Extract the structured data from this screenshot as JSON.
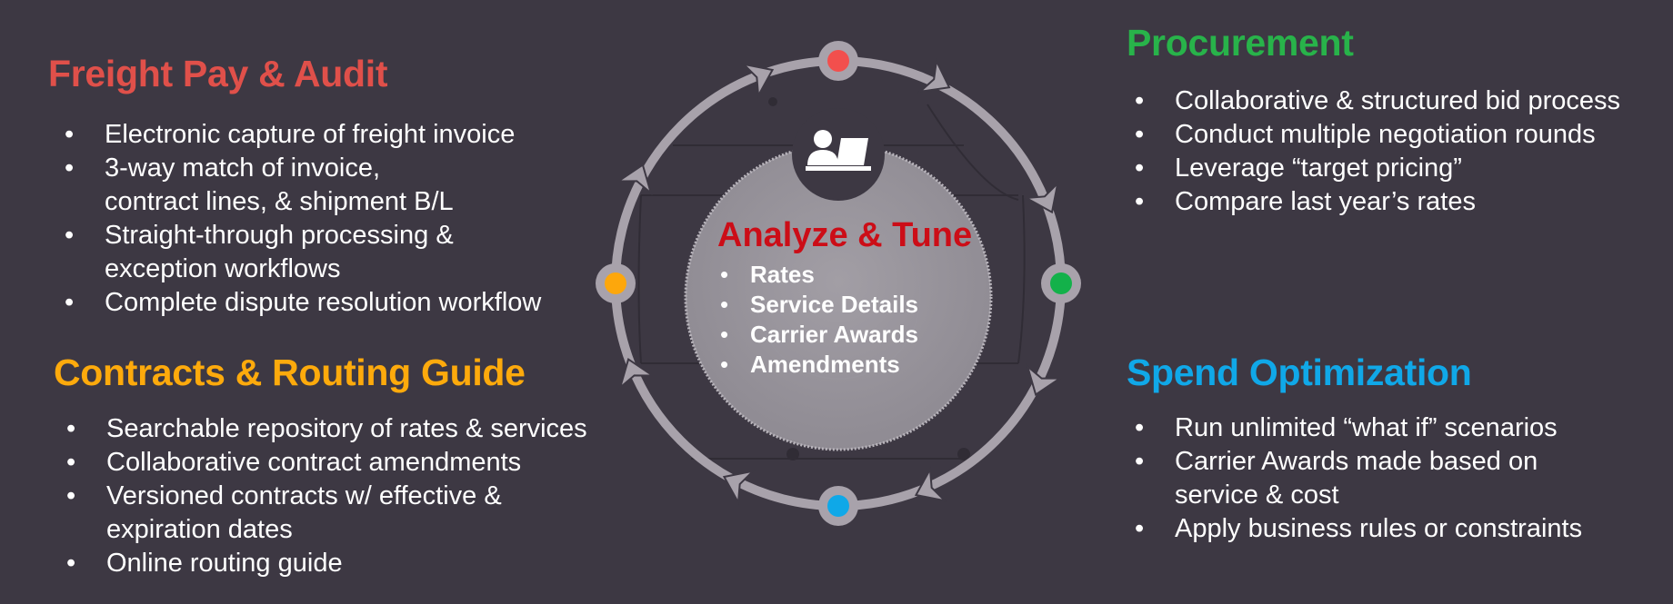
{
  "freight": {
    "title": "Freight Pay & Audit",
    "color": "#e0504a",
    "items": [
      "Electronic capture of freight invoice",
      "3-way match of invoice,\ncontract lines, & shipment B/L",
      "Straight-through processing &\nexception workflows",
      "Complete dispute resolution workflow"
    ]
  },
  "contracts": {
    "title": "Contracts & Routing Guide",
    "color": "#fdaa0c",
    "items": [
      "Searchable repository of rates & services",
      "Collaborative contract amendments",
      "Versioned contracts w/ effective &\nexpiration dates",
      "Online routing guide"
    ]
  },
  "procurement": {
    "title": "Procurement",
    "color": "#28b34a",
    "items": [
      "Collaborative & structured bid process",
      "Conduct multiple negotiation rounds",
      "Leverage “target pricing”",
      "Compare last year’s rates"
    ]
  },
  "spend": {
    "title": "Spend Optimization",
    "color": "#10a8e8",
    "items": [
      "Run unlimited “what if” scenarios",
      "Carrier Awards made based on\nservice & cost",
      "Apply business rules or constraints"
    ]
  },
  "center": {
    "title": "Analyze & Tune",
    "icon": "user-laptop-icon",
    "items": [
      "Rates",
      "Service Details",
      "Carrier Awards",
      "Amendments"
    ]
  },
  "cycle": {
    "node_colors": {
      "top": "#f24f4d",
      "right": "#13b14a",
      "bottom": "#0fa8e8",
      "left": "#fda70c"
    }
  }
}
